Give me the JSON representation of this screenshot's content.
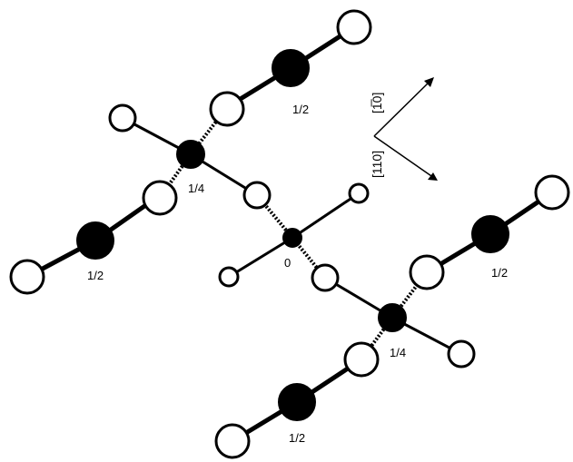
{
  "labels": {
    "top_center": "1/2",
    "upper_left_node": "1/4",
    "left": "1/2",
    "center": "0",
    "right": "1/2",
    "lower_right_node": "1/4",
    "bottom": "1/2"
  },
  "directions": {
    "upper": "[1̅0]",
    "lower": "[110]"
  }
}
